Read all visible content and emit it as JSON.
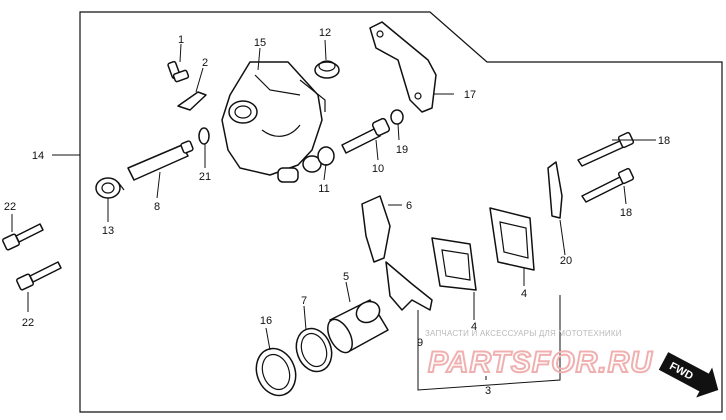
{
  "callouts": [
    {
      "id": "1",
      "text": "1"
    },
    {
      "id": "2",
      "text": "2"
    },
    {
      "id": "3",
      "text": "3"
    },
    {
      "id": "4a",
      "text": "4"
    },
    {
      "id": "4b",
      "text": "4"
    },
    {
      "id": "5",
      "text": "5"
    },
    {
      "id": "6",
      "text": "6"
    },
    {
      "id": "7",
      "text": "7"
    },
    {
      "id": "8",
      "text": "8"
    },
    {
      "id": "9",
      "text": "9"
    },
    {
      "id": "10",
      "text": "10"
    },
    {
      "id": "11",
      "text": "11"
    },
    {
      "id": "12",
      "text": "12"
    },
    {
      "id": "13",
      "text": "13"
    },
    {
      "id": "14",
      "text": "14"
    },
    {
      "id": "15",
      "text": "15"
    },
    {
      "id": "16",
      "text": "16"
    },
    {
      "id": "17",
      "text": "17"
    },
    {
      "id": "18a",
      "text": "18"
    },
    {
      "id": "18b",
      "text": "18"
    },
    {
      "id": "19",
      "text": "19"
    },
    {
      "id": "20",
      "text": "20"
    },
    {
      "id": "21",
      "text": "21"
    },
    {
      "id": "22a",
      "text": "22"
    },
    {
      "id": "22b",
      "text": "22"
    }
  ],
  "watermark": {
    "tagline": "ЗАПЧАСТИ И АКСЕССУАРЫ ДЛЯ МОТОТЕХНИКИ",
    "brand": "PARTSFOR.RU"
  },
  "direction_arrow": {
    "label": "FWD"
  }
}
